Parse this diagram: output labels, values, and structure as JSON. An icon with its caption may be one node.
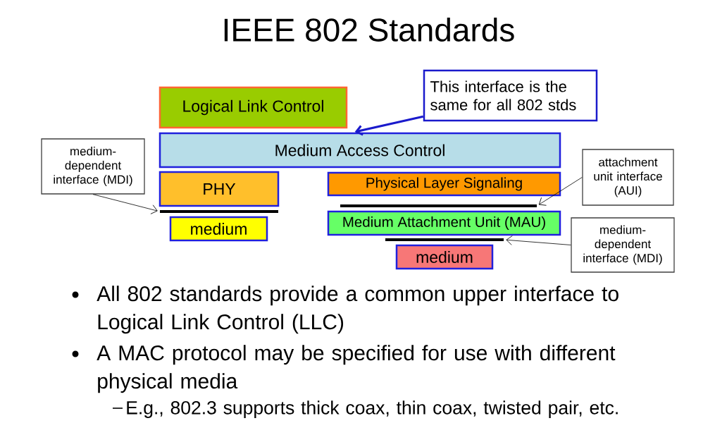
{
  "diagram": {
    "title": "IEEE 802 Standards",
    "nodes": [
      {
        "text": [
          "Logical Link Control"
        ]
      },
      {
        "text": [
          "This interface is the same for all 802 stds"
        ]
      },
      {
        "text": [
          "Medium Access Control"
        ]
      },
      {
        "text": [
          "medium-dependent interface (MDI)"
        ]
      },
      {
        "text": [
          "attachment unit interface (AUI)"
        ]
      },
      {
        "text": [
          "PHY"
        ]
      },
      {
        "text": [
          "Physical Layer Signaling"
        ]
      },
      {
        "text": [],
        "shape": "line"
      },
      {
        "text": [],
        "shape": "line"
      },
      {
        "text": [
          "Medium Attachment Unit (MAU)"
        ]
      },
      {
        "text": [
          "medium"
        ]
      },
      {
        "text": [
          "medium-dependent interface (MDI)"
        ]
      },
      {
        "text": [],
        "shape": "line"
      },
      {
        "text": [
          "medium"
        ]
      }
    ],
    "edges": [
      {
        "from": 1,
        "to": 2,
        "arrow": "to",
        "style": "thick",
        "color": "#1a1acc"
      },
      {
        "from": 3,
        "to": 7,
        "arrow": "to"
      },
      {
        "from": 4,
        "to": 8,
        "arrow": "to"
      },
      {
        "from": 11,
        "to": 12,
        "arrow": "to"
      }
    ],
    "labels": [
      "All 802 standards provide a common upper interface to Logical Link Control (LLC)",
      "A MAC protocol may be specified for use with different physical media",
      "E.g., 802.3 supports thick coax, thin coax, twisted pair, etc."
    ]
  }
}
